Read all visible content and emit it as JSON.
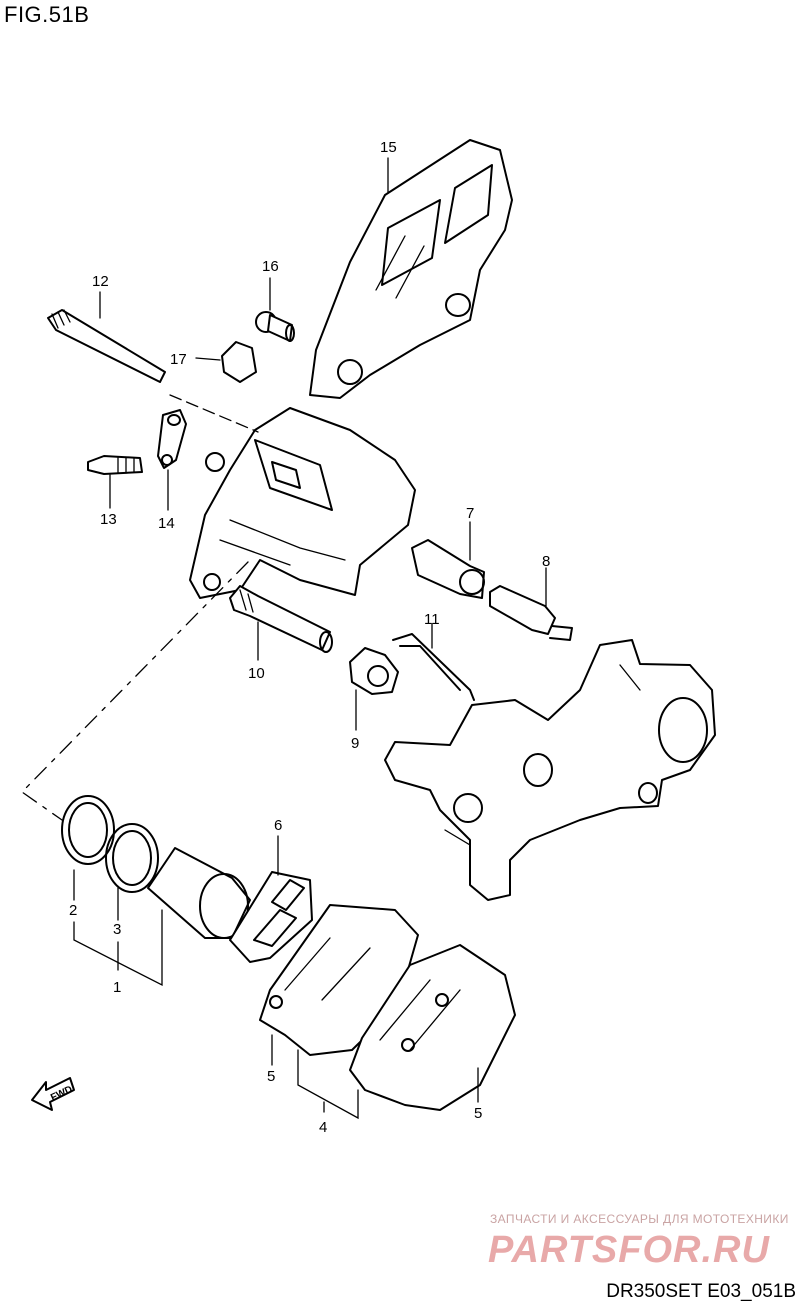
{
  "figure": {
    "title": "FIG.51B",
    "code": "DR350SET E03_051B"
  },
  "watermark": {
    "caption": "ЗАПЧАСТИ И АКСЕССУАРЫ ДЛЯ МОТОТЕХНИКИ",
    "logo_text": "PARTSFOR.RU",
    "color": "#e8a9a9"
  },
  "direction_marker": {
    "label": "FWD",
    "icon": "fwd-arrow-icon"
  },
  "callouts": [
    "15",
    "16",
    "17",
    "12",
    "13",
    "14",
    "7",
    "8",
    "11",
    "10",
    "9",
    "6",
    "2",
    "3",
    "1",
    "5",
    "4",
    "5"
  ]
}
